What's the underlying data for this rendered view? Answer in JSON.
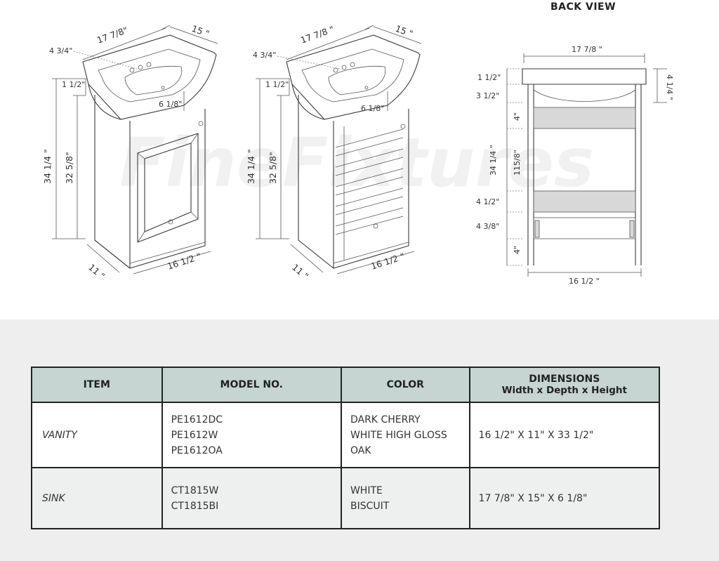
{
  "watermark": "FineFixtures",
  "drawings": {
    "back_view_title": "BACK VIEW",
    "front1": {
      "width_top": "17 7/8\"",
      "depth_top": "15 \"",
      "faucet": "4 3/4\"",
      "rim": "1 1/2\"",
      "bowl": "6 1/8\"",
      "overall_height": "34 1/4 \"",
      "cabinet_height": "32 5/8\"",
      "depth_base": "11 \"",
      "width_base": "16 1/2 \""
    },
    "front2": {
      "width_top": "17 7/8 \"",
      "depth_top": "15 \"",
      "faucet": "4 3/4\"",
      "rim": "1 1/2\"",
      "bowl": "6 1/8\"",
      "overall_height": "34 1/4 \"",
      "cabinet_height": "32 5/8\"",
      "depth_base": "11 \"",
      "width_base": "16 1/2 \""
    },
    "back": {
      "width_top": "17 7/8 \"",
      "left_1": "1 1/2\"",
      "left_2": "3 1/2\"",
      "left_3": "4\"",
      "left_4": "4 1/2\"",
      "left_5": "4 3/8\"",
      "left_6": "4\"",
      "overall": "34 1/4 \"",
      "middle": "115/8\"",
      "right": "4 1/4 \"",
      "width_base": "16 1/2 \""
    }
  },
  "table": {
    "headers": {
      "item": "ITEM",
      "model": "MODEL NO.",
      "color": "COLOR",
      "dimensions": "DIMENSIONS",
      "dimensions_sub": "Width x Depth x Height"
    },
    "rows": [
      {
        "item": "VANITY",
        "models": [
          "PE1612DC",
          "PE1612W",
          "PE1612OA"
        ],
        "colors": [
          "DARK CHERRY",
          "WHITE HIGH GLOSS",
          "OAK"
        ],
        "dimensions": "16 1/2\" X 11\" X 33 1/2\""
      },
      {
        "item": "SINK",
        "models": [
          "CT1815W",
          "CT1815BI"
        ],
        "colors": [
          "WHITE",
          "BISCUIT"
        ],
        "dimensions": "17 7/8\" X 15\" X 6 1/8\""
      }
    ]
  }
}
